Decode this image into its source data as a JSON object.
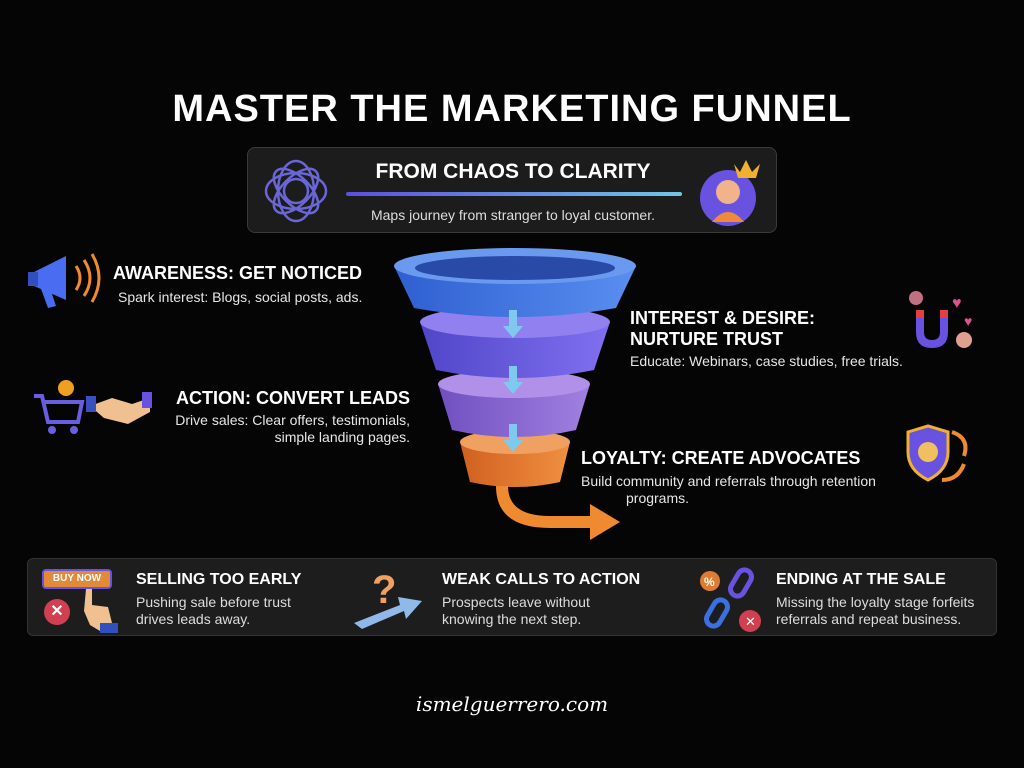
{
  "title": "MASTER THE MARKETING FUNNEL",
  "hero": {
    "heading": "FROM CHAOS TO CLARITY",
    "description": "Maps journey from stranger to loyal customer."
  },
  "stages": {
    "awareness": {
      "heading": "AWARENESS: GET NOTICED",
      "description": "Spark interest: Blogs, social posts, ads."
    },
    "interest": {
      "heading_line1": "INTEREST & DESIRE:",
      "heading_line2": "NURTURE TRUST",
      "description": "Educate: Webinars, case studies, free trials."
    },
    "action": {
      "heading": "ACTION: CONVERT LEADS",
      "description_line1": "Drive sales: Clear offers, testimonials,",
      "description_line2": "simple landing pages."
    },
    "loyalty": {
      "heading": "LOYALTY: CREATE ADVOCATES",
      "description_line1": "Build community and referrals through retention",
      "description_line2": "programs."
    }
  },
  "pitfalls": [
    {
      "heading": "SELLING TOO EARLY",
      "line1": "Pushing sale before trust",
      "line2": "drives leads away.",
      "badge": "BUY NOW"
    },
    {
      "heading": "WEAK CALLS TO ACTION",
      "line1": "Prospects leave without",
      "line2": "knowing the next step."
    },
    {
      "heading": "ENDING AT THE SALE",
      "line1": "Missing the loyalty stage forfeits",
      "line2": "referrals and repeat business."
    }
  ],
  "footer": "ismelguerrero.com",
  "colors": {
    "funnel": [
      "#3f7be0",
      "#6a5ee0",
      "#8a6bd8",
      "#e07a30"
    ]
  }
}
